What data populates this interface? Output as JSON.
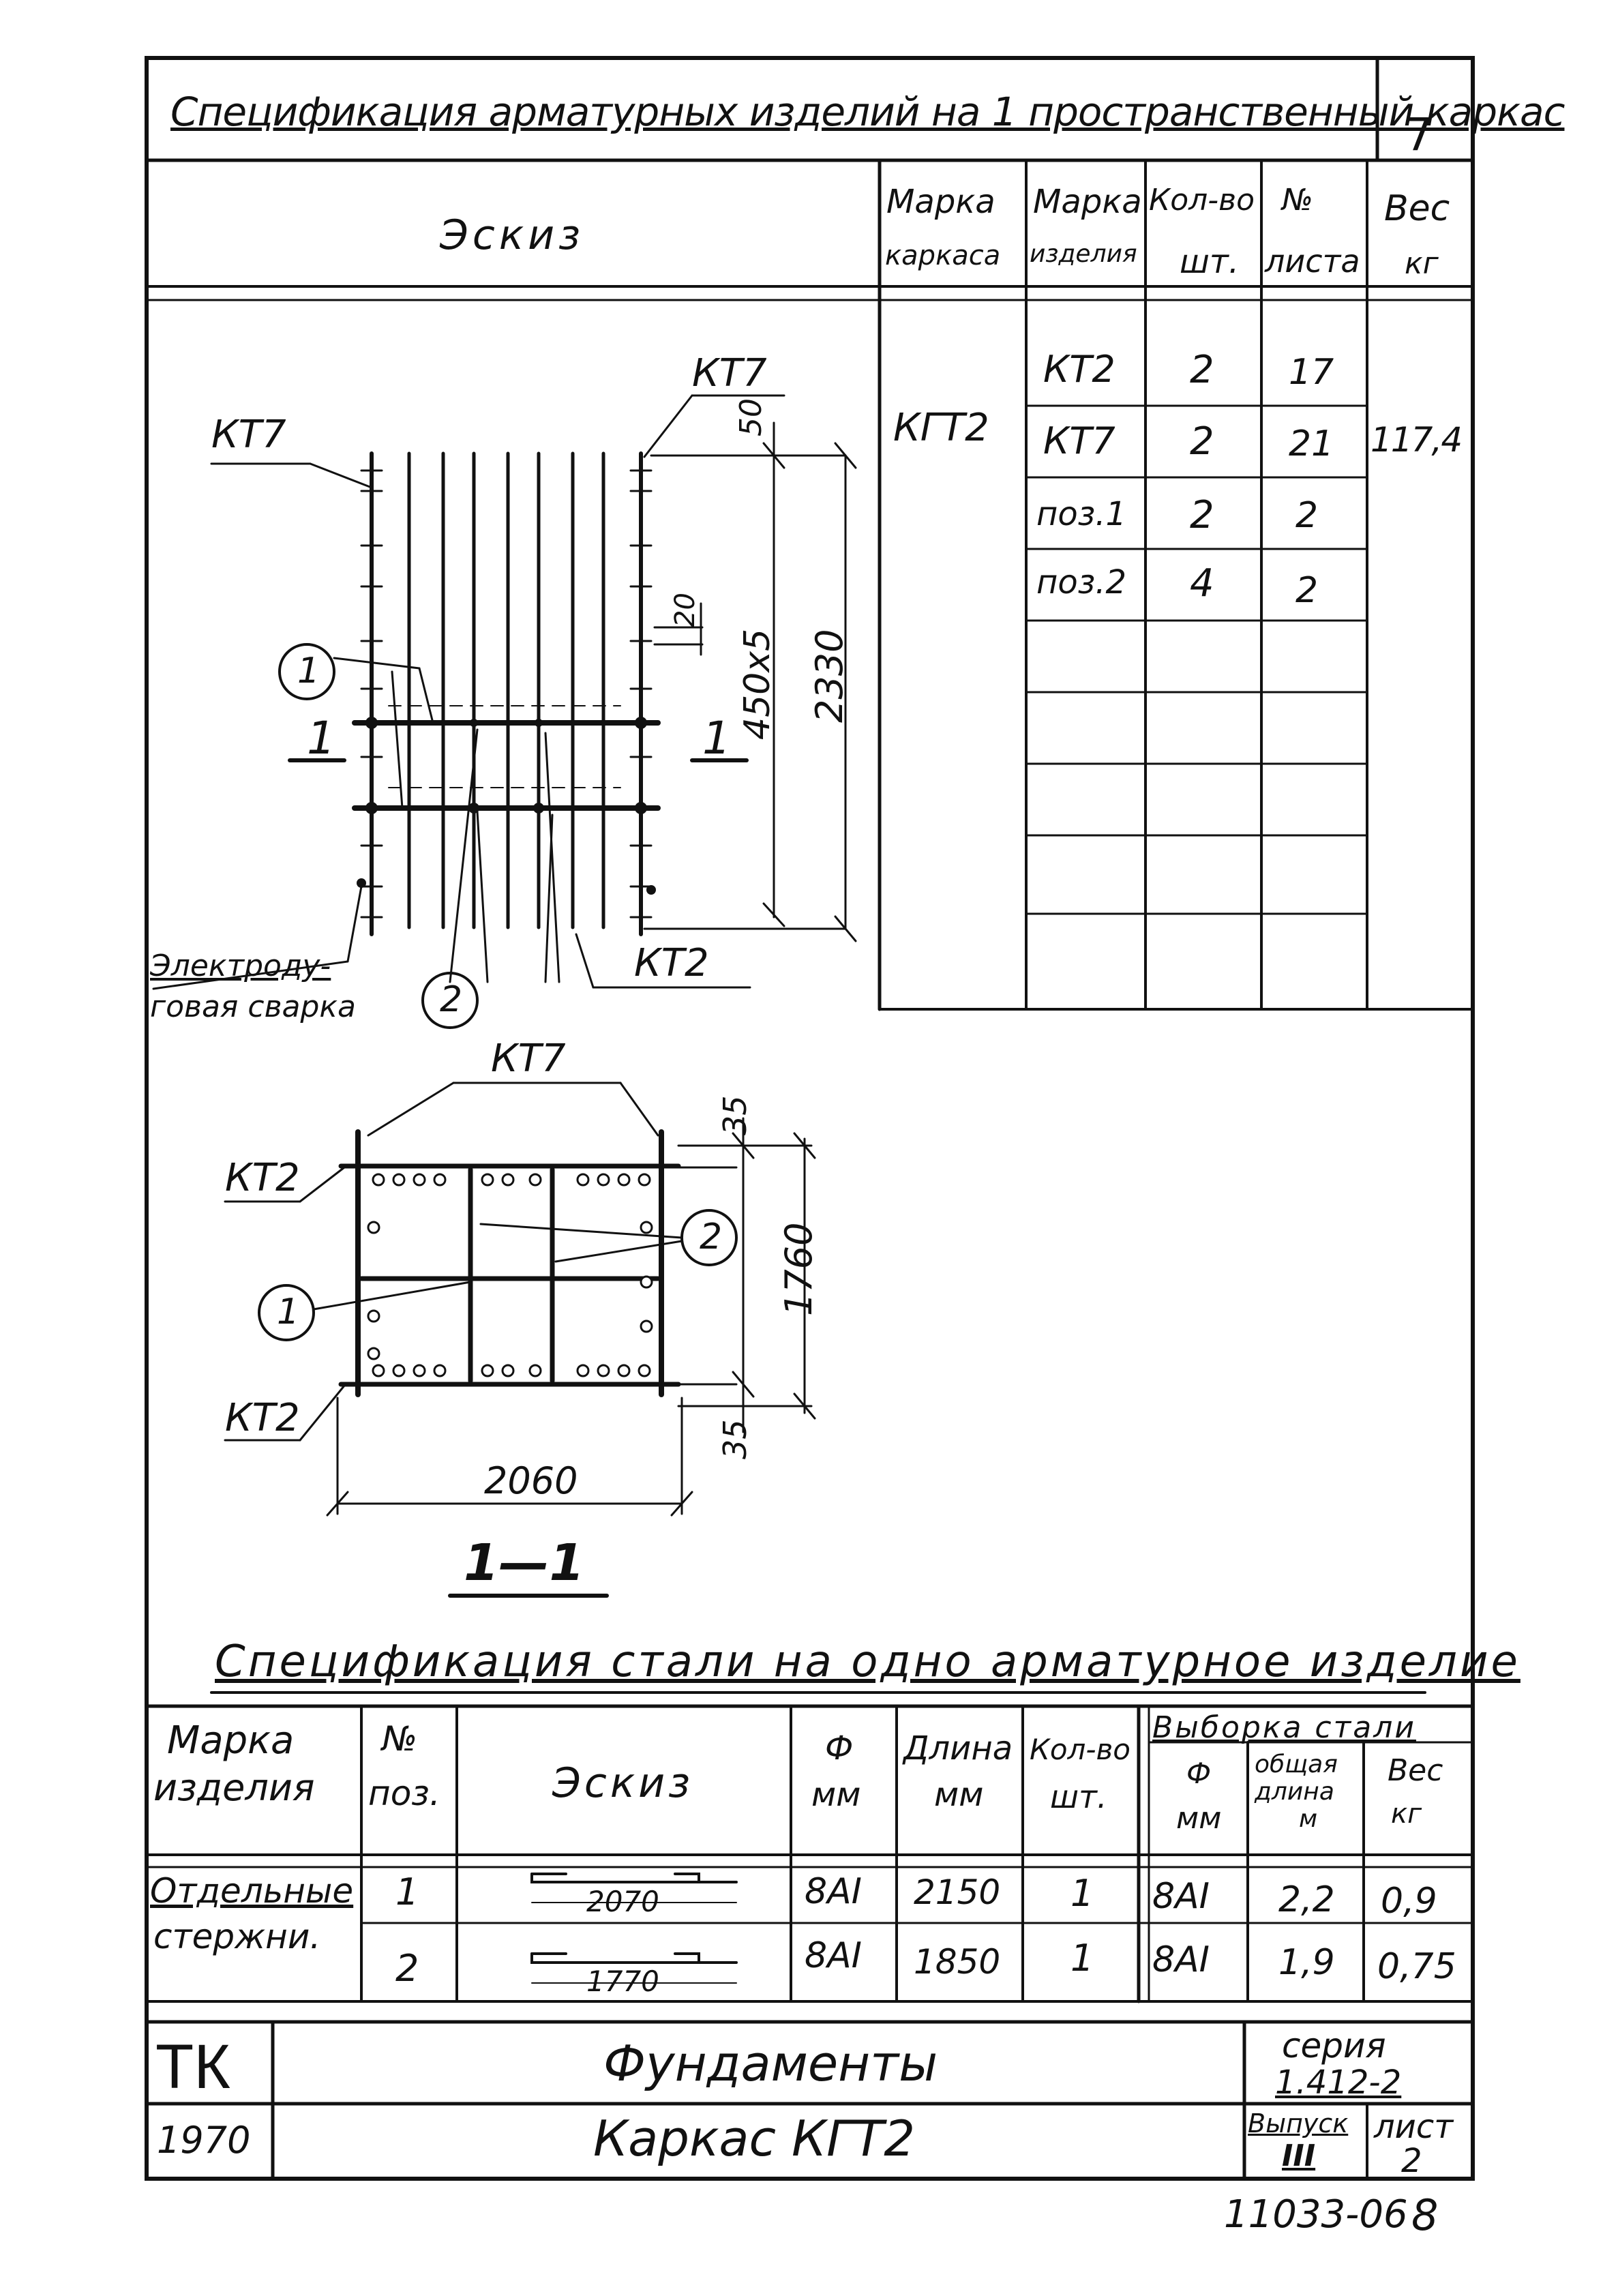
{
  "header": {
    "title": "Спецификация арматурных изделий на 1 пространственный каркас",
    "sheet_number": "7"
  },
  "top_table": {
    "headers": {
      "sketch": "Эскиз",
      "frame_mark_1": "Марка",
      "frame_mark_2": "каркаса",
      "item_mark_1": "Марка",
      "item_mark_2": "изделия",
      "qty_1": "Кол-во",
      "qty_2": "шт.",
      "sheet_1": "№",
      "sheet_2": "листа",
      "weight_1": "Вес",
      "weight_2": "кг"
    },
    "frame_mark": "КГТ2",
    "weight": "117,4",
    "rows": [
      {
        "item": "КТ2",
        "qty": "2",
        "sheet": "17"
      },
      {
        "item": "КТ7",
        "qty": "2",
        "sheet": "21"
      },
      {
        "item": "поз.1",
        "qty": "2",
        "sheet": "2"
      },
      {
        "item": "поз.2",
        "qty": "4",
        "sheet": "2"
      }
    ]
  },
  "plan_view": {
    "kt7_left": "КТ7",
    "kt7_right": "КТ7",
    "kt2": "КТ2",
    "dim_50": "50",
    "dim_20": "20",
    "dim_450x5": "450х5",
    "dim_2330": "2330",
    "callout_1": "1",
    "callout_2": "2",
    "section_left": "1",
    "section_right": "1",
    "weld_label_1": "Электроду-",
    "weld_label_2": "говая сварка"
  },
  "section_view": {
    "kt7": "КТ7",
    "kt2_top": "КТ2",
    "kt2_bottom": "КТ2",
    "dim_35_top": "35",
    "dim_35_bottom": "35",
    "dim_1760": "1760",
    "dim_2060": "2060",
    "callout_1": "1",
    "callout_2": "2",
    "title": "1—1"
  },
  "steel_spec": {
    "title": "Спецификация стали на одно арматурное изделие",
    "headers": {
      "mark_1": "Марка",
      "mark_2": "изделия",
      "pos_1": "№",
      "pos_2": "поз.",
      "sketch": "Эскиз",
      "phi_1": "Ф",
      "phi_2": "мм",
      "length_1": "Длина",
      "length_2": "мм",
      "qty_1": "Кол-во",
      "qty_2": "шт.",
      "selection": "Выборка стали",
      "sel_phi_1": "Ф",
      "sel_phi_2": "мм",
      "sel_len_1": "общая",
      "sel_len_2": "длина",
      "sel_len_3": "м",
      "sel_weight_1": "Вес",
      "sel_weight_2": "кг"
    },
    "item_name_1": "Отдельные",
    "item_name_2": "стержни.",
    "rows": [
      {
        "pos": "1",
        "sketch_dim": "2070",
        "phi": "8АI",
        "length": "2150",
        "qty": "1",
        "sel_phi": "8АI",
        "total_length": "2,2",
        "weight": "0,9"
      },
      {
        "pos": "2",
        "sketch_dim": "1770",
        "phi": "8АI",
        "length": "1850",
        "qty": "1",
        "sel_phi": "8АI",
        "total_length": "1,9",
        "weight": "0,75"
      }
    ]
  },
  "title_block": {
    "org": "ТК",
    "year": "1970",
    "subject": "Фундаменты",
    "drawing": "Каркас КГТ2",
    "series_label": "серия",
    "series_value": "1.412-2",
    "issue_label": "Выпуск",
    "issue_value": "III",
    "sheet_label": "лист",
    "sheet_value": "2"
  },
  "footer": {
    "code": "11033-06",
    "page": "8"
  }
}
